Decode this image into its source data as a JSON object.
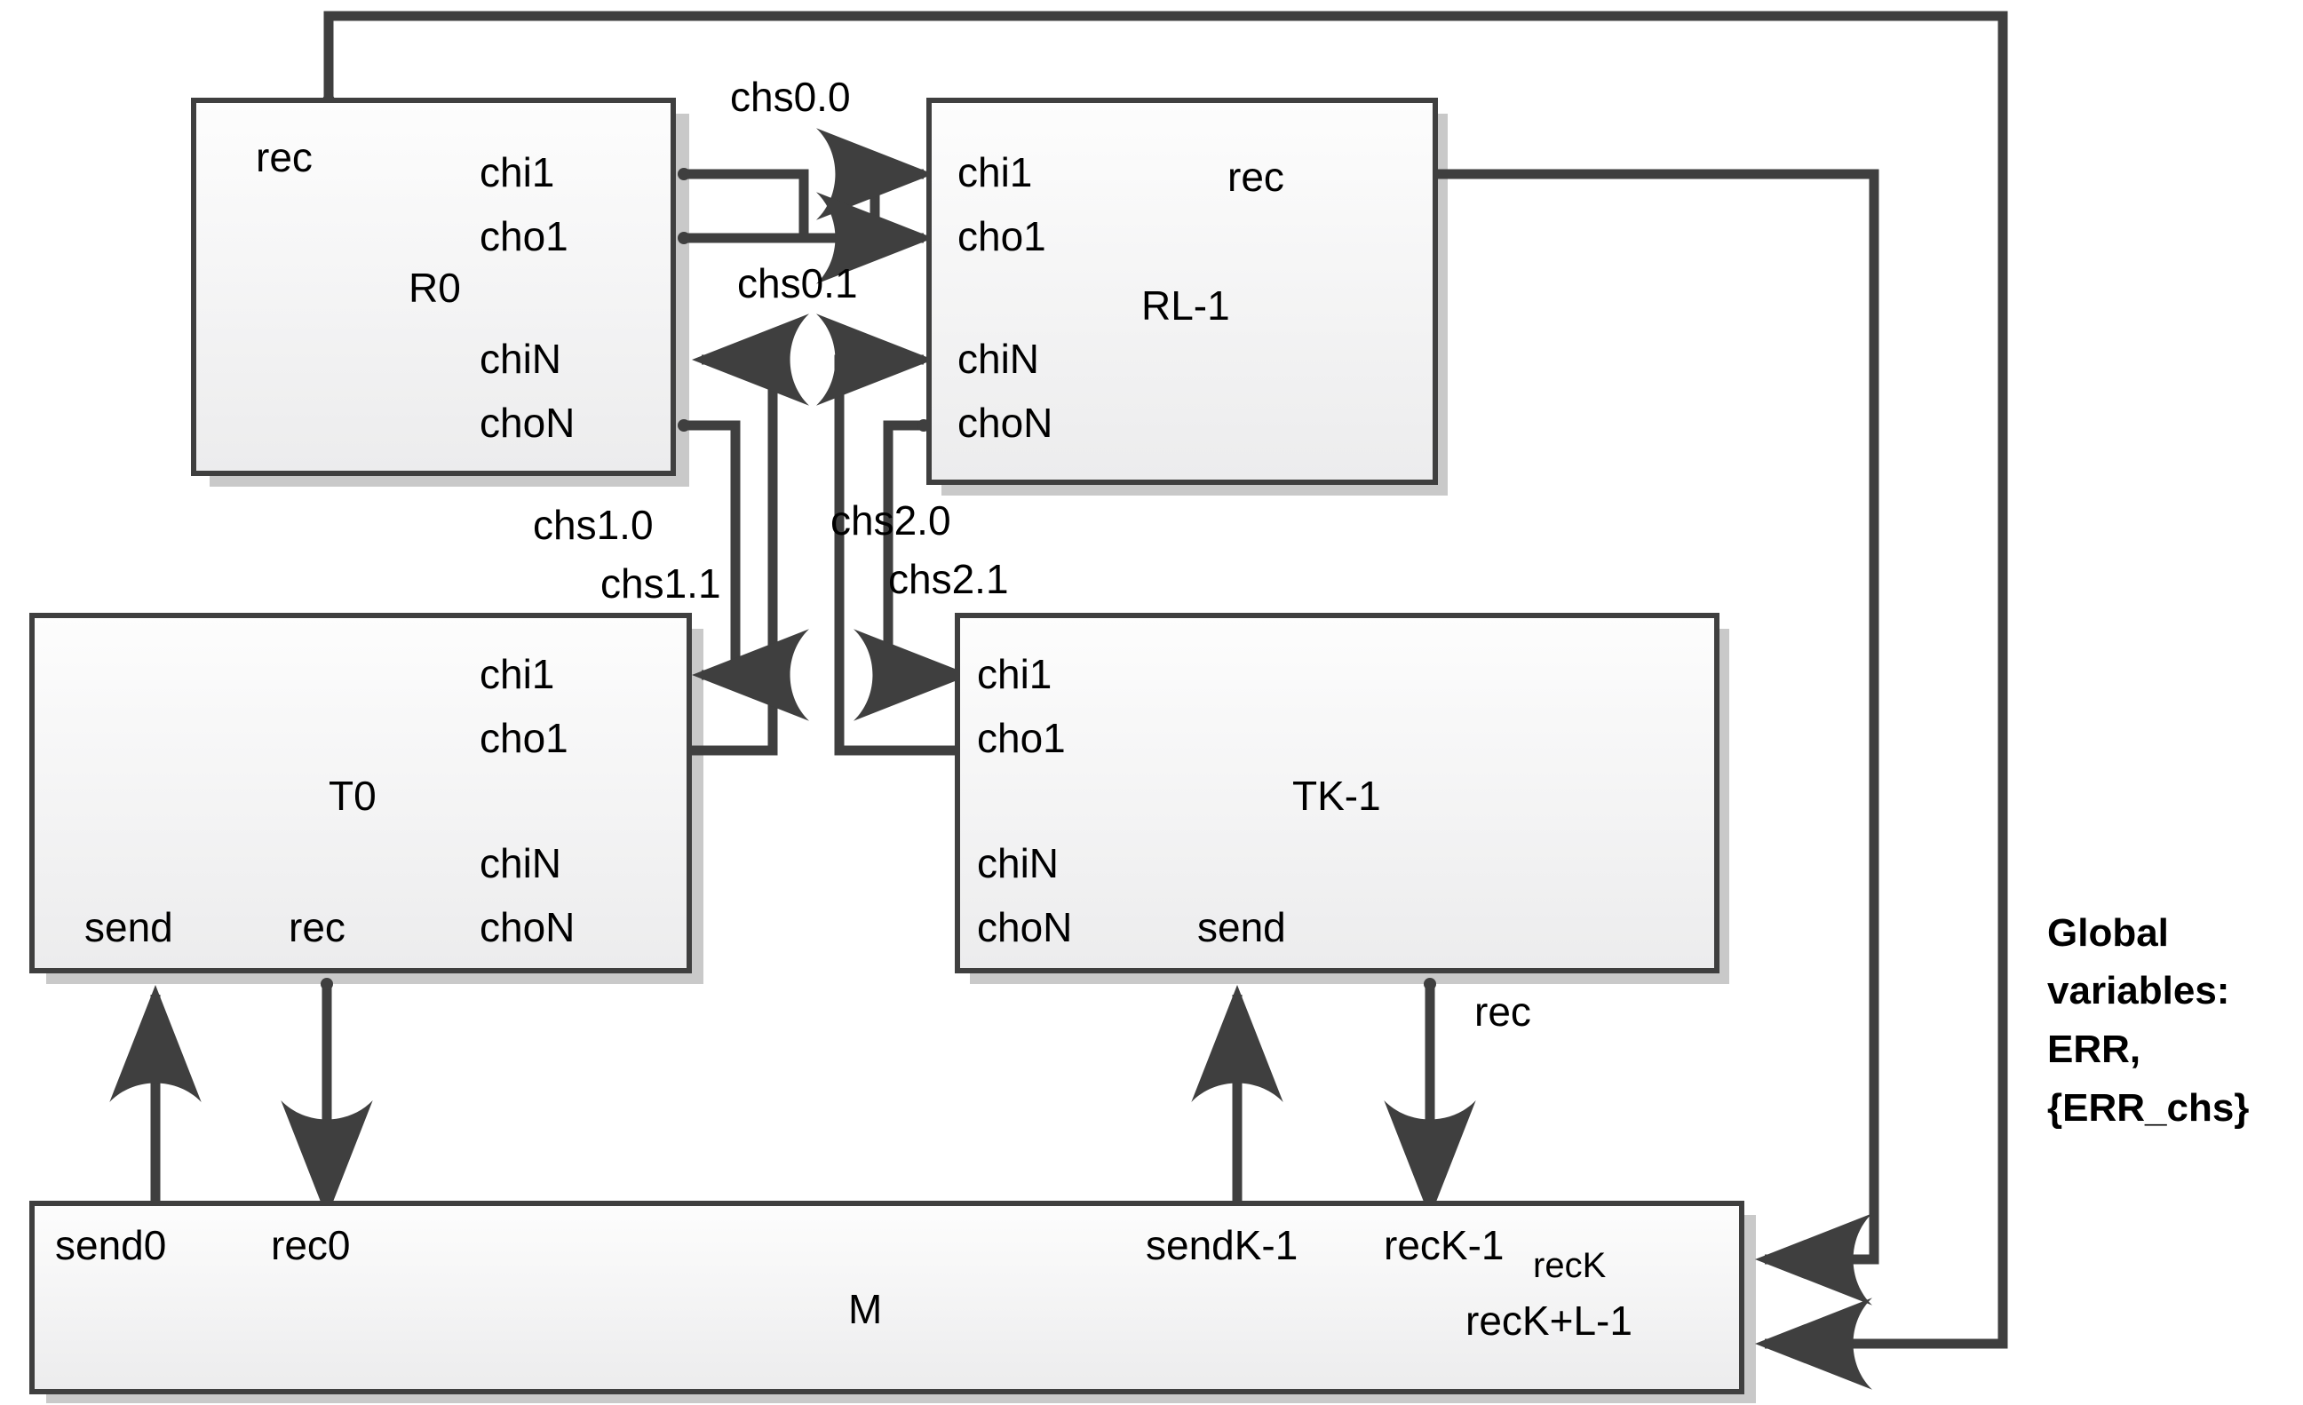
{
  "diagram": {
    "title": "Component communication diagram",
    "colors": {
      "line": "#3f3f3f",
      "box_border": "#3f3f3f",
      "box_fill_top": "#fdfdfd",
      "box_fill_bottom": "#ededed",
      "shadow": "#c9c9c9",
      "text": "#000000"
    },
    "boxes": [
      {
        "id": "R0",
        "name": "R0",
        "ports": {
          "rec": "rec",
          "chi1": "chi1",
          "cho1": "cho1",
          "chiN": "chiN",
          "choN": "choN"
        }
      },
      {
        "id": "RL-1",
        "name": "RL-1",
        "ports": {
          "rec": "rec",
          "chi1": "chi1",
          "cho1": "cho1",
          "chiN": "chiN",
          "choN": "choN"
        }
      },
      {
        "id": "T0",
        "name": "T0",
        "ports": {
          "send": "send",
          "rec": "rec",
          "chi1": "chi1",
          "cho1": "cho1",
          "chiN": "chiN",
          "choN": "choN"
        }
      },
      {
        "id": "TK-1",
        "name": "TK-1",
        "ports": {
          "send": "send",
          "rec": "rec",
          "chi1": "chi1",
          "cho1": "cho1",
          "chiN": "chiN",
          "choN": "choN"
        }
      },
      {
        "id": "M",
        "name": "M",
        "ports": {
          "send0": "send0",
          "rec0": "rec0",
          "sendK_1": "sendK-1",
          "recK_1": "recK-1",
          "recK": "recK",
          "recKL_1": "recK+L-1"
        }
      }
    ],
    "channels": [
      {
        "id": "chs0_0",
        "label": "chs0.0"
      },
      {
        "id": "chs0_1",
        "label": "chs0.1"
      },
      {
        "id": "chs1_0",
        "label": "chs1.0"
      },
      {
        "id": "chs1_1",
        "label": "chs1.1"
      },
      {
        "id": "chs2_0",
        "label": "chs2.0"
      },
      {
        "id": "chs2_1",
        "label": "chs2.1"
      }
    ],
    "annotations": {
      "globals_line1": "Global",
      "globals_line2": "variables:",
      "globals_line3": "ERR,",
      "globals_line4": "{ERR_chs}"
    }
  }
}
